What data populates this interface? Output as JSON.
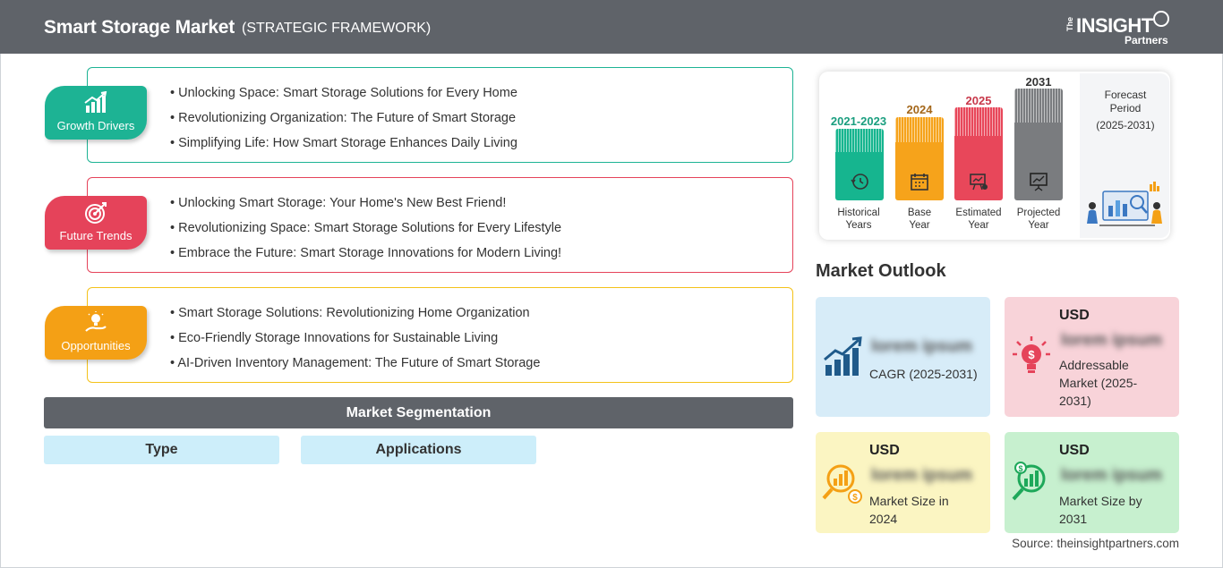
{
  "header": {
    "title": "Smart Storage Market",
    "subtitle": "(STRATEGIC FRAMEWORK)"
  },
  "logo": {
    "the": "The",
    "insight": "INSIGHT",
    "partners": "Partners"
  },
  "framework": [
    {
      "label": "Growth Drivers",
      "color": "#1db394",
      "icon": "growth-chart-icon",
      "items": [
        "Unlocking Space: Smart Storage Solutions for Every Home",
        "Revolutionizing Organization: The Future of Smart Storage",
        "Simplifying Life: How Smart Storage Enhances Daily Living"
      ]
    },
    {
      "label": "Future Trends",
      "color": "#e5435a",
      "icon": "target-icon",
      "items": [
        "Unlocking Smart Storage: Your Home's New Best Friend!",
        "Revolutionizing Space: Smart Storage Solutions for Every Lifestyle",
        "Embrace the Future: Smart Storage Innovations for Modern Living!"
      ]
    },
    {
      "label": "Opportunities",
      "color": "#f4a015",
      "icon": "lightbulb-hand-icon",
      "items": [
        "Smart Storage Solutions: Revolutionizing Home Organization",
        "Eco-Friendly Storage Innovations for Sustainable Living",
        "AI-Driven Inventory Management: The Future of Smart Storage"
      ]
    }
  ],
  "segmentation": {
    "title": "Market Segmentation",
    "items": [
      "Type",
      "Applications"
    ]
  },
  "timeline": {
    "bars": [
      {
        "year": "2021-2023",
        "caption": [
          "Historical",
          "Years"
        ],
        "color": "#16b58f",
        "year_color": "#1a9e7f",
        "icon": "history-clock-icon",
        "level": 1
      },
      {
        "year": "2024",
        "caption": [
          "Base",
          "Year"
        ],
        "color": "#f6a31b",
        "year_color": "#a4671a",
        "icon": "calendar-icon",
        "level": 2
      },
      {
        "year": "2025",
        "caption": [
          "Estimated",
          "Year"
        ],
        "color": "#e8475a",
        "year_color": "#c8384a",
        "icon": "presentation-icon",
        "level": 3
      },
      {
        "year": "2031",
        "caption": [
          "Projected",
          "Year"
        ],
        "color": "#7a7c7f",
        "year_color": "#333333",
        "icon": "projection-board-icon",
        "level": 4
      }
    ],
    "forecast": {
      "title": [
        "Forecast",
        "Period"
      ],
      "range": "(2025-2031)"
    }
  },
  "outlook": {
    "title": "Market Outlook",
    "cards": [
      {
        "usd": "",
        "value": "lorem ipsum",
        "desc": [
          "CAGR (2025-2031)"
        ],
        "bg": "#d7ecf8",
        "icon": "growth-bars-icon",
        "icon_color": "#1f5a8a"
      },
      {
        "usd": "USD",
        "value": "lorem ipsum",
        "desc": [
          "Addressable",
          "Market (2025-",
          "2031)"
        ],
        "bg": "#f8d3d9",
        "icon": "dollar-bulb-icon",
        "icon_color": "#e5435a"
      },
      {
        "usd": "USD",
        "value": "lorem ipsum",
        "desc": [
          "Market Size in",
          "2024"
        ],
        "bg": "#fbf5c2",
        "icon": "dollar-magnifier-icon",
        "icon_color": "#f4a015"
      },
      {
        "usd": "USD",
        "value": "lorem ipsum",
        "desc": [
          "Market Size by",
          "2031"
        ],
        "bg": "#c7f0cf",
        "icon": "dollar-growth-magnifier-icon",
        "icon_color": "#1ea85a"
      }
    ]
  },
  "source": "Source: theinsightpartners.com"
}
